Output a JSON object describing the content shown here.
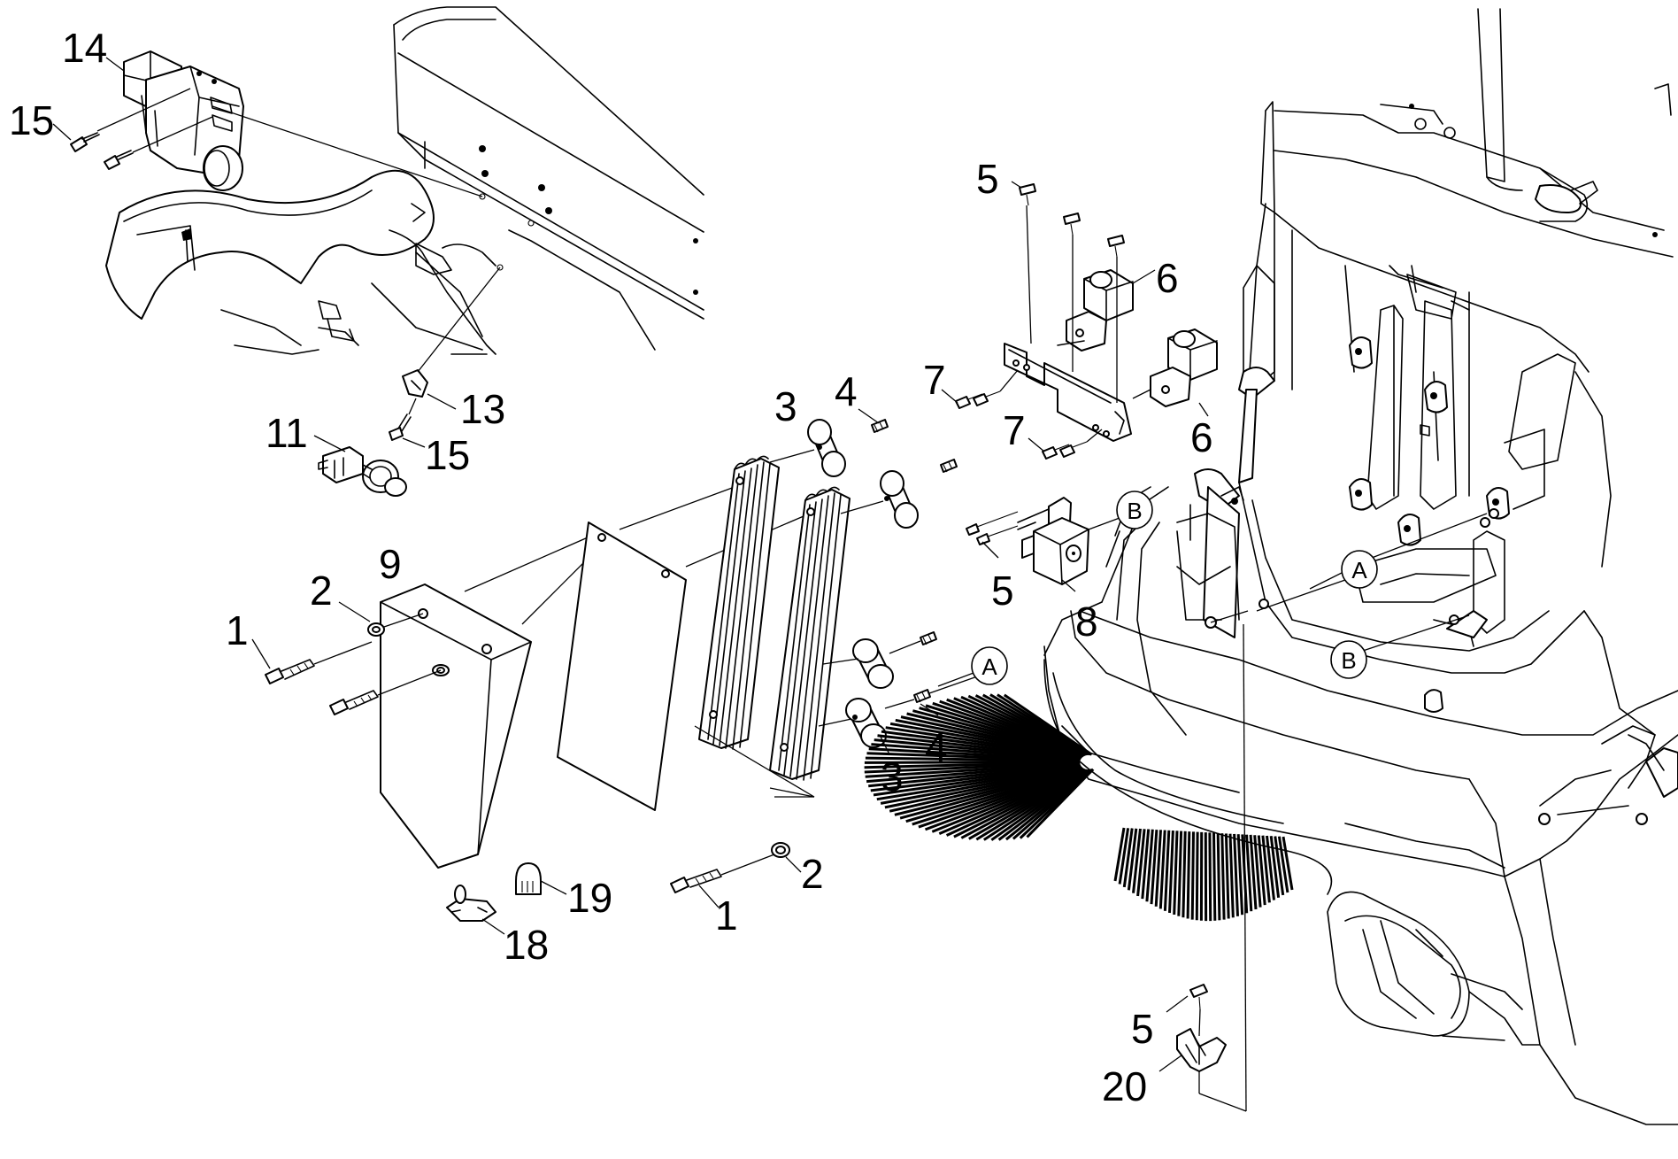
{
  "callouts": {
    "c1a": "1",
    "c1b": "1",
    "c2a": "2",
    "c2b": "2",
    "c3a": "3",
    "c3b": "3",
    "c4a": "4",
    "c4b": "4",
    "c5a": "5",
    "c5b": "5",
    "c5c": "5",
    "c6a": "6",
    "c6b": "6",
    "c7a": "7",
    "c7b": "7",
    "c8": "8",
    "c9": "9",
    "c11": "11",
    "c13": "13",
    "c14": "14",
    "c15a": "15",
    "c15b": "15",
    "c18": "18",
    "c19": "19",
    "c20": "20"
  },
  "refs": {
    "a1": "A",
    "a2": "A",
    "b1": "B",
    "b2": "B"
  }
}
